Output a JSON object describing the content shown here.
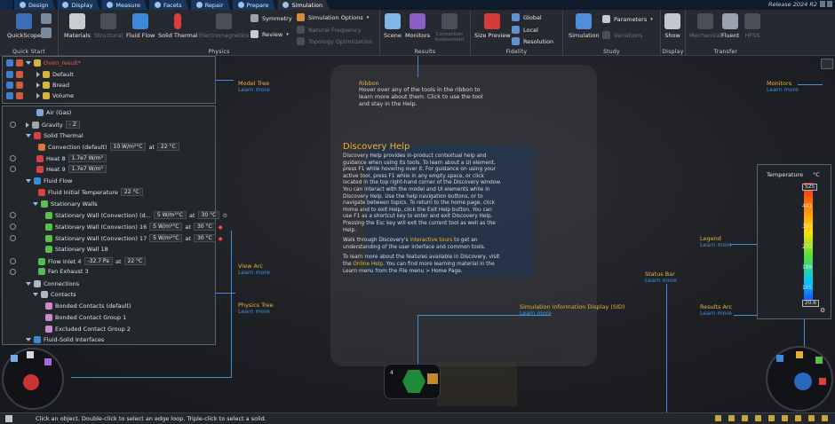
{
  "tabs": [
    {
      "label": "Design",
      "active": false
    },
    {
      "label": "Display",
      "active": false
    },
    {
      "label": "Measure",
      "active": false
    },
    {
      "label": "Facets",
      "active": false
    },
    {
      "label": "Repair",
      "active": false
    },
    {
      "label": "Prepare",
      "active": false
    },
    {
      "label": "Simulation",
      "active": true
    }
  ],
  "release": "Release 2024 R2",
  "ribbon": {
    "quickscope": "QuickScope",
    "quickstart_label": "Quick Start",
    "physics_label": "Physics",
    "results_label": "Results",
    "fidelity_label": "Fidelity",
    "study_label": "Study",
    "display_label": "Display",
    "transfer_label": "Transfer",
    "materials": "Materials",
    "structural": "Structural",
    "fluid_flow": "Fluid Flow",
    "solid_thermal": "Solid Thermal",
    "electromagnetics": "Electromagnetics",
    "symmetry": "Symmetry",
    "review": "Review",
    "simulation_options": "Simulation Options",
    "natural_frequency": "Natural Frequency",
    "topology_optimization": "Topology Optimization",
    "scene": "Scene",
    "monitors": "Monitors",
    "connection_assessment": "Connection Assessment",
    "size_preview": "Size Preview",
    "global": "Global",
    "local": "Local",
    "resolution": "Resolution",
    "simulation": "Simulation",
    "parameters": "Parameters",
    "variations": "Variations",
    "show": "Show",
    "mechanical": "Mechanical",
    "fluent": "Fluent",
    "hfss": "HFSS"
  },
  "model_tree": {
    "root": "Oven_result*",
    "items": [
      "Default",
      "Bread",
      "Volume"
    ]
  },
  "physics_tree": {
    "air": "Air (Gas)",
    "gravity": "Gravity",
    "gravity_val": "- Z",
    "solid_thermal": "Solid Thermal",
    "convection": "Convection (default)",
    "convection_val": "10 W/m²°C",
    "at": "at",
    "convection_temp": "22 °C",
    "heat8": "Heat 8",
    "heat8_val": "1.7e7 W/m³",
    "heat9": "Heat 9",
    "heat9_val": "1.7e7 W/m³",
    "fluid_flow": "Fluid Flow",
    "fluid_init": "Fluid Initial Temperature",
    "fluid_init_val": "22 °C",
    "stationary_walls": "Stationary Walls",
    "wall_d": "Stationary Wall (Convection) (d...",
    "wall_d_val": "5 W/m²°C",
    "wall_d_temp": "30 °C",
    "wall16": "Stationary Wall (Convection) 16",
    "wall16_val": "5 W/m²°C",
    "wall16_temp": "30 °C",
    "wall17": "Stationary Wall (Convection) 17",
    "wall17_val": "5 W/m²°C",
    "wall17_temp": "30 °C",
    "wall18": "Stationary Wall 18",
    "flow_inlet": "Flow Inlet 4",
    "flow_inlet_val": "-32.7 Pa",
    "flow_inlet_temp": "22 °C",
    "fan_exhaust": "Fan Exhaust 3",
    "connections": "Connections",
    "contacts": "Contacts",
    "bonded_default": "Bonded Contacts (default)",
    "bonded_group1": "Bonded Contact Group 1",
    "excluded_group2": "Excluded Contact Group 2",
    "fluid_solid": "Fluid-Solid Interfaces"
  },
  "annotations": {
    "learn_more": "Learn more",
    "model_tree": "Model Tree",
    "ribbon": "Ribbon",
    "ribbon_body": "Hover over any of the tools in the ribbon to learn more about them. Click to use the tool and stay in the Help.",
    "monitors": "Monitors",
    "view_arc": "View Arc",
    "physics_tree": "Physics Tree",
    "legend": "Legend",
    "status_bar": "Status Bar",
    "sid": "Simulation Information Display (SID)",
    "results_arc": "Results Arc"
  },
  "help": {
    "title": "Discovery Help",
    "p1": "Discovery Help provides in-product contextual help and guidance when using its tools. To learn about a UI element, press F1 while hovering over it. For guidance on using your active tool, press F1 while in any empty space, or click located in the top right-hand corner of the Discovery window. You can interact with the model and UI elements while in Discovery Help. Use the help navigation buttons, or to navigate between topics. To return to the home page, click Home and to exit Help, click the Exit Help button. You can use F1 as a shortcut key to enter and exit Discovery Help. Pressing the Esc key will exit the current tool as well as the Help.",
    "p2a": "Walk through Discovery's ",
    "p2link": "interactive tours",
    "p2b": " to get an understanding of the user interface and common tools.",
    "p3a": "To learn more about the features available in Discovery, visit the ",
    "p3link": "Online Help",
    "p3b": ". You can find more learning material in the Learn menu from the File menu > Home Page."
  },
  "legend": {
    "title": "Temperature",
    "unit": "°C",
    "ticks": [
      "525",
      "441",
      "357",
      "273",
      "189",
      "105",
      "20.6"
    ]
  },
  "status": {
    "text": "Click an object. Double-click to select an edge loop. Triple-click to select a solid."
  },
  "sid": {
    "count": "4"
  }
}
